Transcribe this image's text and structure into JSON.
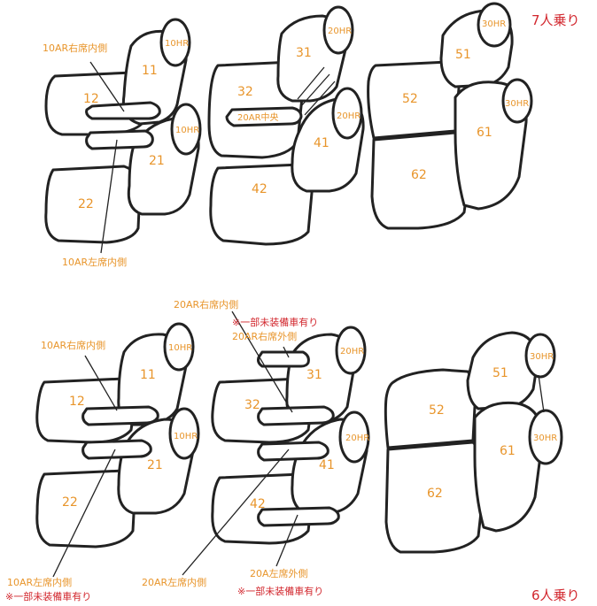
{
  "top": {
    "title": "7人乗り",
    "seats": {
      "s11": "11",
      "s12": "12",
      "s21": "21",
      "s22": "22",
      "s31": "31",
      "s32": "32",
      "s41": "41",
      "s42": "42",
      "s51": "51",
      "s52": "52",
      "s61": "61",
      "s62": "62"
    },
    "headrests": {
      "hr11": "10HR",
      "hr21": "10HR",
      "hr31": "20HR",
      "hr41": "20HR",
      "hr51": "30HR",
      "hr61": "30HR"
    },
    "notes": {
      "ar_right": "10AR右席内側",
      "ar_left": "10AR左席内側",
      "ar_center": "20AR中央"
    }
  },
  "bottom": {
    "title": "6人乗り",
    "seats": {
      "s11": "11",
      "s12": "12",
      "s21": "21",
      "s22": "22",
      "s31": "31",
      "s32": "32",
      "s41": "41",
      "s42": "42",
      "s51": "51",
      "s52": "52",
      "s61": "61",
      "s62": "62"
    },
    "headrests": {
      "hr11": "10HR",
      "hr21": "10HR",
      "hr31": "20HR",
      "hr41": "20HR",
      "hr51": "30HR",
      "hr61": "30HR"
    },
    "notes": {
      "ar10_right": "10AR右席内側",
      "ar10_left": "10AR左席内側",
      "ar10_left_warn": "※一部未装備車有り",
      "ar20_right": "20AR右席内側",
      "ar20_right_outer_warn": "※一部未装備車有り",
      "ar20_right_outer": "20AR右席外側",
      "ar20_left": "20AR左席内側",
      "ar20_left_outer": "20A左席外側",
      "ar20_left_outer_warn": "※一部未装備車有り"
    }
  }
}
